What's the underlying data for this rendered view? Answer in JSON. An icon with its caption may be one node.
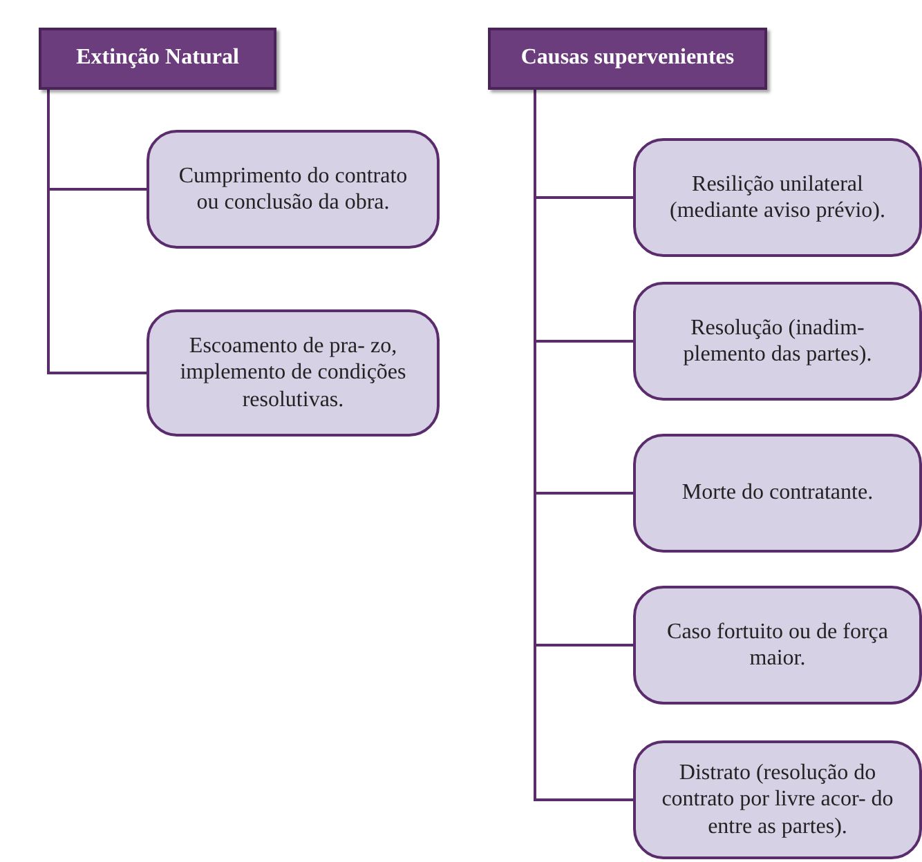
{
  "diagram": {
    "nodes": [
      {
        "text": [
          "Extinção Natural"
        ]
      },
      {
        "text": [
          "Cumprimento do contrato ou conclusão da obra."
        ]
      },
      {
        "text": [
          "Escoamento de pra- zo, implemento de condições resolutivas."
        ]
      },
      {
        "text": [
          "Causas supervenientes"
        ]
      },
      {
        "text": [
          "Resilição unilateral (mediante aviso prévio)."
        ]
      },
      {
        "text": [
          "Resolução (inadim- plemento das partes)."
        ]
      },
      {
        "text": [
          "Morte do contratante."
        ]
      },
      {
        "text": [
          "Caso fortuito ou de força maior."
        ]
      },
      {
        "text": [
          "Distrato (resolução do contrato por livre acor- do entre as partes)."
        ]
      }
    ],
    "edges": [
      {
        "from": 0,
        "to": 1,
        "arrow": "none"
      },
      {
        "from": 0,
        "to": 2,
        "arrow": "none"
      },
      {
        "from": 3,
        "to": 4,
        "arrow": "none"
      },
      {
        "from": 3,
        "to": 5,
        "arrow": "none"
      },
      {
        "from": 3,
        "to": 6,
        "arrow": "none"
      },
      {
        "from": 3,
        "to": 7,
        "arrow": "none"
      },
      {
        "from": 3,
        "to": 8,
        "arrow": "none"
      }
    ]
  }
}
